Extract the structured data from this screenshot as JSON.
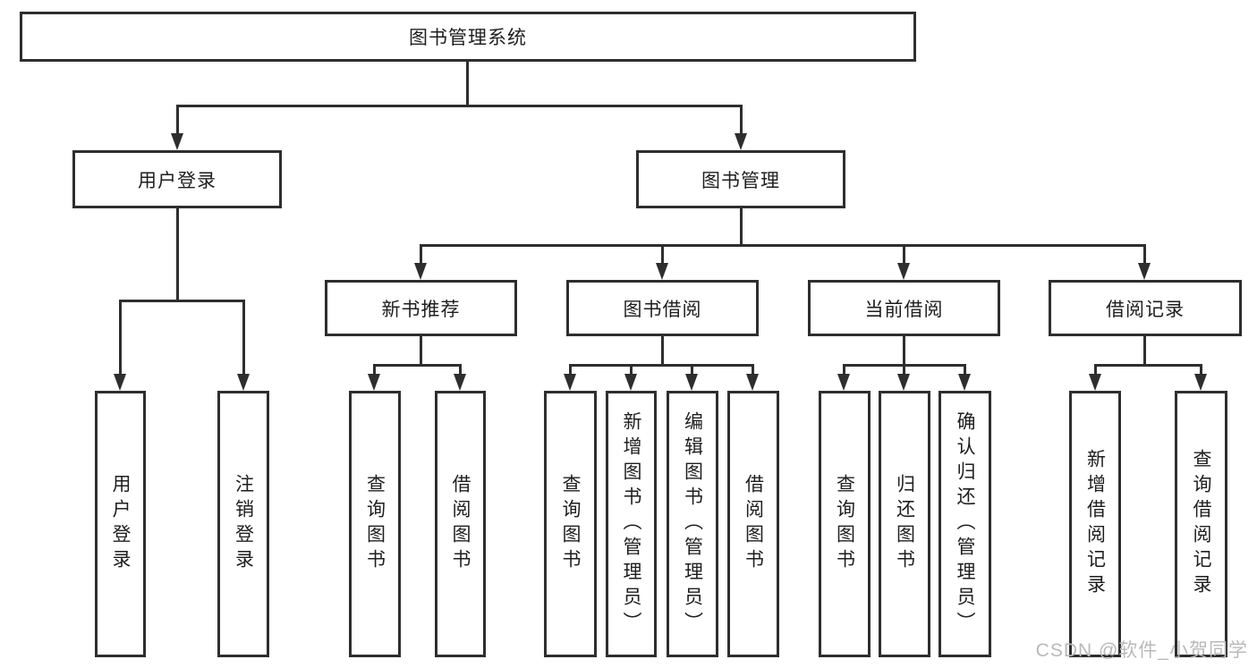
{
  "diagram": {
    "type": "org-tree",
    "watermark": "CSDN @软件_小贺同学",
    "colors": {
      "line": "#2e2e2e",
      "box_border": "#2e2e2e",
      "box_fill": "#ffffff",
      "text": "#1e1e1e",
      "watermark": "#b9b9b9",
      "background": "#ffffff"
    },
    "tree": {
      "root": {
        "label": "图书管理系统",
        "children": [
          {
            "label": "用户登录",
            "children": [
              {
                "label": "用户登录"
              },
              {
                "label": "注销登录"
              }
            ]
          },
          {
            "label": "图书管理",
            "children": [
              {
                "label": "新书推荐",
                "children": [
                  {
                    "label": "查询图书"
                  },
                  {
                    "label": "借阅图书"
                  }
                ]
              },
              {
                "label": "图书借阅",
                "children": [
                  {
                    "label": "查询图书"
                  },
                  {
                    "label": "新增图书（管理员）"
                  },
                  {
                    "label": "编辑图书（管理员）"
                  },
                  {
                    "label": "借阅图书"
                  }
                ]
              },
              {
                "label": "当前借阅",
                "children": [
                  {
                    "label": "查询图书"
                  },
                  {
                    "label": "归还图书"
                  },
                  {
                    "label": "确认归还（管理员）"
                  }
                ]
              },
              {
                "label": "借阅记录",
                "children": [
                  {
                    "label": "新增借阅记录"
                  },
                  {
                    "label": "查询借阅记录"
                  }
                ]
              }
            ]
          }
        ]
      }
    }
  }
}
